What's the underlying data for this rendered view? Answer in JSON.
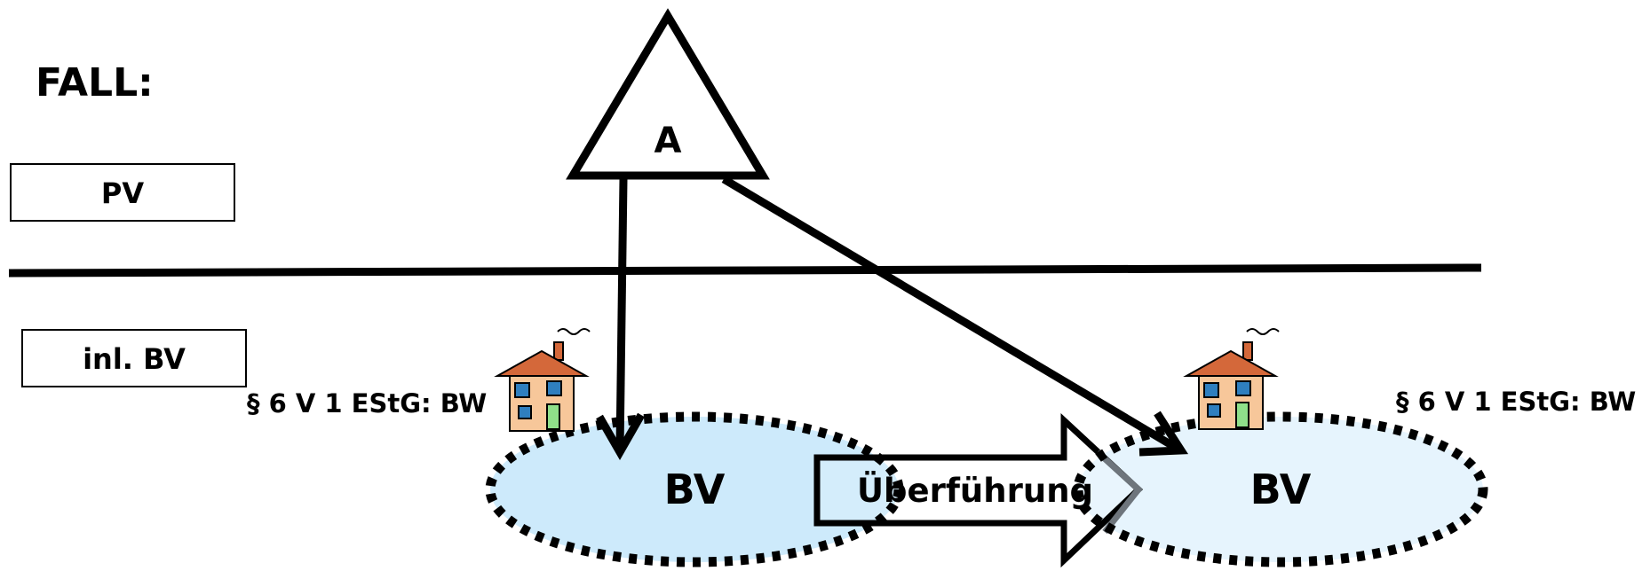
{
  "title": "FALL:",
  "labels": {
    "pv_box": "PV",
    "inl_bv_box": "inl. BV",
    "triangle": "A",
    "bv_left": "BV",
    "bv_right": "BV",
    "transfer": "Überführung",
    "rule_left": "§ 6 V 1 EStG: BW",
    "rule_right": "§ 6 V 1 EStG: BW"
  },
  "icons": {
    "house_left": "house-icon",
    "house_right": "house-icon"
  },
  "colors": {
    "bv_left_fill": "#cdeafb",
    "bv_right_fill": "#e6f4fd",
    "house_wall": "#f7c79a",
    "house_roof": "#d4683a",
    "house_window": "#2f7fbf",
    "house_door": "#8fe08a",
    "stroke": "#000000"
  }
}
